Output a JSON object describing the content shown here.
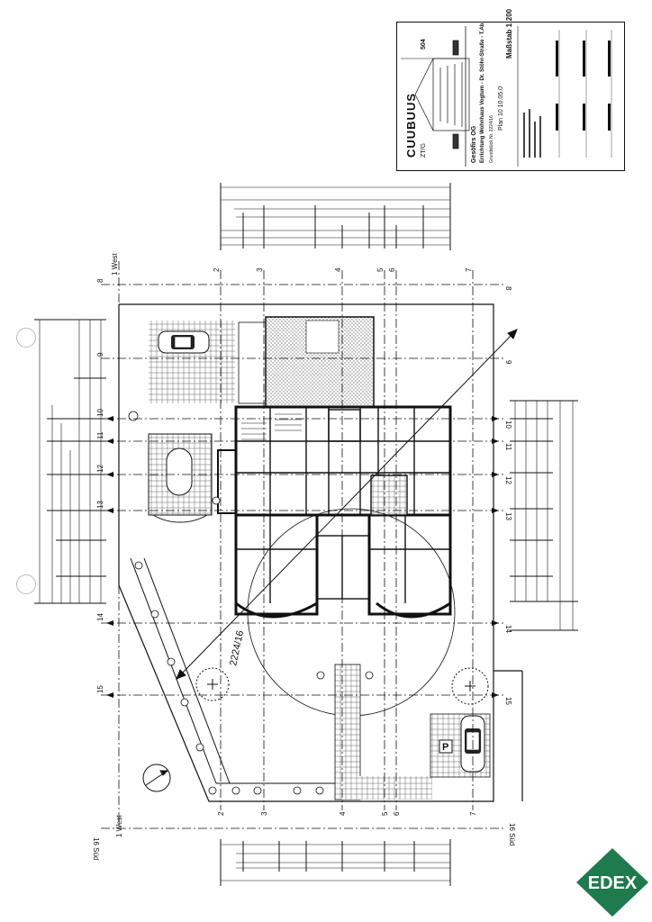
{
  "title_block": {
    "company": "CUUBUUS",
    "company_sub": "ZT/G",
    "project_lines": [
      "Gesöfirs OG",
      "Errichtung Wohnhaus Vogtum - Dr. Stöhr-Straße - T.Ab.",
      "Grundstück Nr. 2224/16"
    ],
    "sheet": "504",
    "scale_label": "Maßstab 1:200",
    "plan_code": "Plan 10 10.05.0"
  },
  "parcel_number": "2224/16",
  "grid": {
    "columns": [
      "2",
      "3",
      "4",
      "5",
      "6",
      "7"
    ],
    "rows": [
      "8",
      "9",
      "10",
      "11",
      "12",
      "13",
      "14",
      "15"
    ],
    "west_label": "1 West",
    "south_label": "16 Süd"
  },
  "logo": {
    "text": "EDEX",
    "color": "#1f7a4d"
  },
  "colors": {
    "ink": "#111111",
    "hatch": "#888888",
    "green": "#1f7a4d"
  }
}
